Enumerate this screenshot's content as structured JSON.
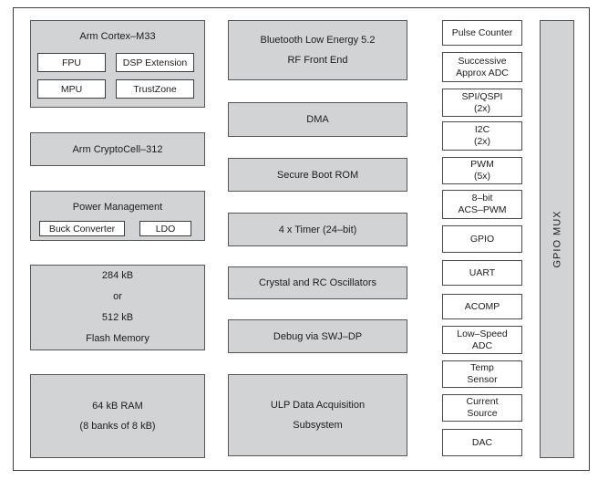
{
  "diagram": {
    "left_column": {
      "cortex": {
        "title": "Arm Cortex–M33",
        "features": {
          "fpu": "FPU",
          "dsp": "DSP Extension",
          "mpu": "MPU",
          "trustzone": "TrustZone"
        }
      },
      "cryptocell": {
        "label": "Arm CryptoCell–312"
      },
      "power": {
        "title": "Power Management",
        "buck": "Buck Converter",
        "ldo": "LDO"
      },
      "flash": {
        "lines": [
          "284  kB",
          "or",
          "512  kB",
          "Flash Memory"
        ]
      },
      "ram": {
        "lines": [
          "64 kB RAM",
          "(8 banks of 8 kB)"
        ]
      }
    },
    "middle_column": {
      "ble": {
        "lines": [
          "Bluetooth Low Energy 5.2",
          "RF Front End"
        ]
      },
      "dma": {
        "label": "DMA"
      },
      "secure_boot": {
        "label": "Secure Boot ROM"
      },
      "timer": {
        "label": "4 x Timer  (24–bit)"
      },
      "oscillators": {
        "label": "Crystal and RC Oscillators"
      },
      "debug": {
        "label": "Debug via SWJ–DP"
      },
      "ulp": {
        "lines": [
          "ULP Data Acquisition",
          "Subsystem"
        ]
      }
    },
    "right_column": {
      "peripherals": [
        {
          "lines": [
            "Pulse Counter"
          ]
        },
        {
          "lines": [
            "Successive",
            "Approx ADC"
          ]
        },
        {
          "lines": [
            "SPI/QSPI",
            "(2x)"
          ]
        },
        {
          "lines": [
            "I2C",
            "(2x)"
          ]
        },
        {
          "lines": [
            "PWM",
            "(5x)"
          ]
        },
        {
          "lines": [
            "8–bit",
            "ACS–PWM"
          ]
        },
        {
          "lines": [
            "GPIO"
          ]
        },
        {
          "lines": [
            "UART"
          ]
        },
        {
          "lines": [
            "ACOMP"
          ]
        },
        {
          "lines": [
            "Low–Speed",
            "ADC"
          ]
        },
        {
          "lines": [
            "Temp",
            "Sensor"
          ]
        },
        {
          "lines": [
            "Current",
            "Source"
          ]
        },
        {
          "lines": [
            "DAC"
          ]
        }
      ]
    },
    "gpio_mux": {
      "label": "GPIO MUX"
    },
    "colors": {
      "block_fill": "#d2d3d4",
      "box_fill": "#ffffff",
      "block_border": "#55565a",
      "frame_border": "#3f3f41",
      "text": "#1c1c1e"
    }
  }
}
